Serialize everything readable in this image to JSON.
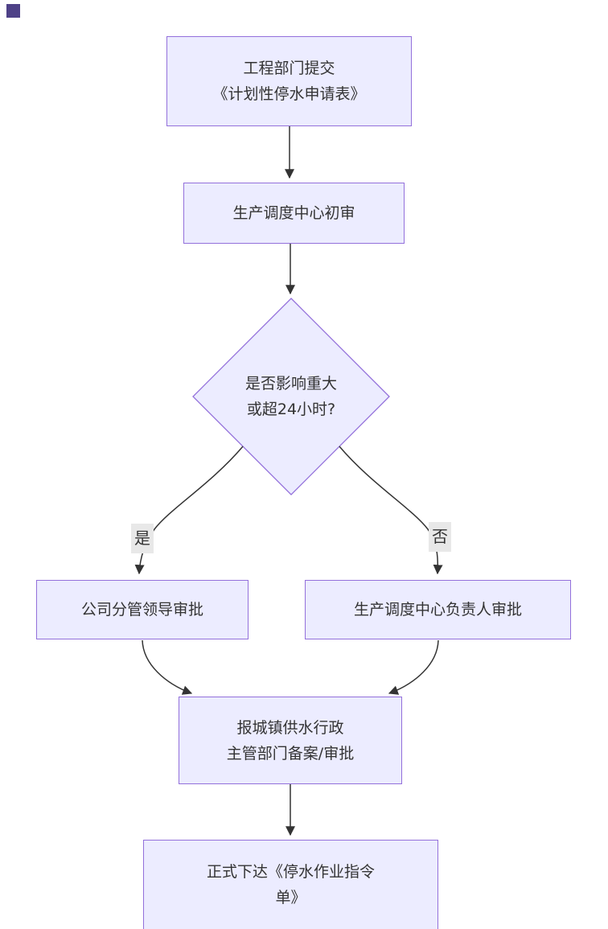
{
  "page": {
    "background": "#ffffff",
    "corner_marker_color": "#4e4187"
  },
  "theme": {
    "node_fill": "#ECECFF",
    "node_border": "#9370DB",
    "edge_color": "#333333",
    "text_color": "#333333",
    "edge_label_background": "#e8e8e8"
  },
  "flowchart": {
    "nodes": [
      {
        "id": "submit-application",
        "type": "rect",
        "lines": [
          "工程部门提交",
          "《计划性停水申请表》"
        ]
      },
      {
        "id": "initial-review",
        "type": "rect",
        "lines": [
          "生产调度中心初审"
        ]
      },
      {
        "id": "decision",
        "type": "diamond",
        "lines": [
          "是否影响重大",
          "或超24小时?"
        ]
      },
      {
        "id": "leader-approval",
        "type": "rect",
        "lines": [
          "公司分管领导审批"
        ]
      },
      {
        "id": "dispatch-head-approval",
        "type": "rect",
        "lines": [
          "生产调度中心负责人审批"
        ]
      },
      {
        "id": "gov-filing",
        "type": "rect",
        "lines": [
          "报城镇供水行政",
          "主管部门备案/审批"
        ]
      },
      {
        "id": "issue-order",
        "type": "rect",
        "lines": [
          "正式下达《停水作业指令",
          "单》"
        ]
      }
    ],
    "edge_labels": [
      {
        "id": "yes",
        "text": "是"
      },
      {
        "id": "no",
        "text": "否"
      }
    ]
  }
}
